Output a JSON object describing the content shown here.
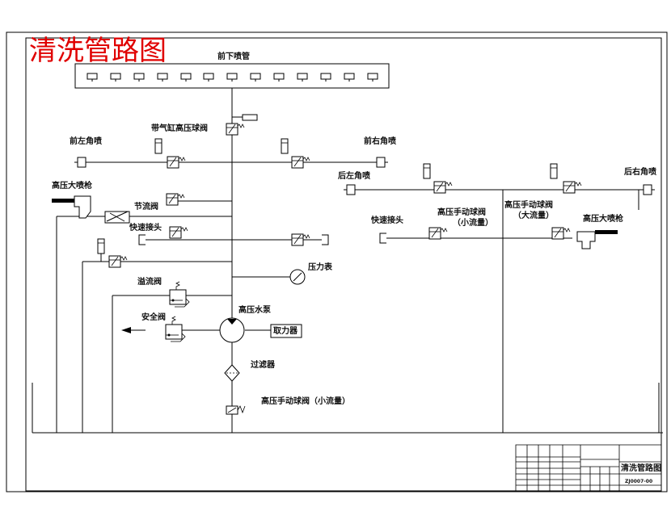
{
  "title": "清洗管路图",
  "labels": {
    "front_lower_spray": "前下喷管",
    "pneumatic_valve": "带气缸高压球阀",
    "front_left_nozzle": "前左角喷",
    "front_right_nozzle": "前右角喷",
    "rear_left_nozzle": "后左角喷",
    "rear_right_nozzle": "后右角喷",
    "hp_gun_left": "高压大喷枪",
    "throttle_valve": "节流阀",
    "quick_coupling_left": "快速接头",
    "quick_coupling_right": "快速接头",
    "manual_valve_small": "高压手动球阀",
    "small_flow_paren": "（小流量）",
    "manual_valve_large": "高压手动球阀",
    "large_flow_paren": "（大流量）",
    "hp_gun_right": "高压大喷枪",
    "pressure_gauge": "压力表",
    "overflow_valve": "溢流阀",
    "hp_pump": "高压水泵",
    "safety_valve": "安全阀",
    "power_unit": "取力器",
    "filter": "过滤器",
    "manual_valve_bottom": "高压手动球阀（小流量）"
  },
  "title_block": {
    "drawing_name": "清洗管路图",
    "code": "ZJ0007-00"
  },
  "colors": {
    "title": "#e00000",
    "line": "#000000"
  }
}
